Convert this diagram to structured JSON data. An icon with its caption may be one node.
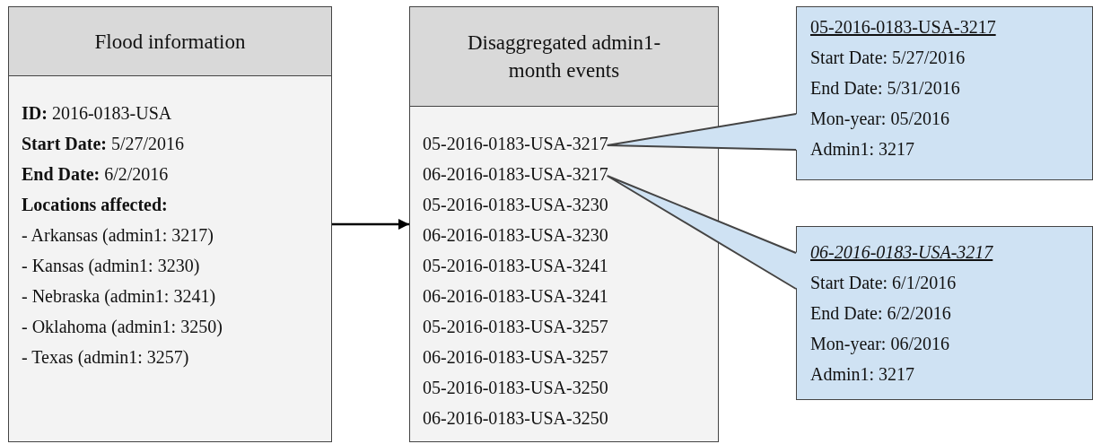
{
  "diagram": {
    "nodes": [
      {
        "text": [
          "Flood information",
          "**ID:** 2016-0183-USA",
          "**Start Date:** 5/27/2016",
          "**End Date:** 6/2/2016",
          "Locations affected:",
          "- Arkansas (admin1: 3217)",
          "- Kansas (admin1: 3230)",
          "- Nebraska (admin1: 3241)",
          "- Oklahoma (admin1: 3250)",
          "- Texas (admin1: 3257)"
        ]
      },
      {
        "text": [
          "Disaggregated admin1-month events"
        ]
      },
      {
        "text": [
          "05-2016-0183-USA-3217"
        ],
        "in": 1
      },
      {
        "text": [
          "06-2016-0183-USA-3217"
        ],
        "in": 1
      },
      {
        "text": [
          "05-2016-0183-USA-3230"
        ],
        "in": 1
      },
      {
        "text": [
          "06-2016-0183-USA-3230"
        ],
        "in": 1
      },
      {
        "text": [
          "05-2016-0183-USA-3241"
        ],
        "in": 1
      },
      {
        "text": [
          "06-2016-0183-USA-3241"
        ],
        "in": 1
      },
      {
        "text": [
          "05-2016-0183-USA-3257"
        ],
        "in": 1
      },
      {
        "text": [
          "06-2016-0183-USA-3257"
        ],
        "in": 1
      },
      {
        "text": [
          "05-2016-0183-USA-3250"
        ],
        "in": 1
      },
      {
        "text": [
          "06-2016-0183-USA-3250"
        ],
        "in": 1
      },
      {
        "text": [
          "05-2016-0183-USA-3217",
          "Start Date: 5/27/2016",
          "End Date: 5/31/2016",
          "Mon-year: 05/2016",
          "Admin1: 3217"
        ]
      },
      {
        "text": [
          "06-2016-0183-USA-3217",
          "Start Date: 6/1/2016",
          "End Date: 6/2/2016",
          "Mon-year: 06/2016",
          "Admin1: 3217"
        ]
      }
    ],
    "edges": [
      {
        "from": 0,
        "to": 1,
        "arrow": "to"
      },
      {
        "from": 12,
        "to": 2,
        "arrow": "none"
      },
      {
        "from": 13,
        "to": 3,
        "arrow": "none"
      }
    ]
  }
}
